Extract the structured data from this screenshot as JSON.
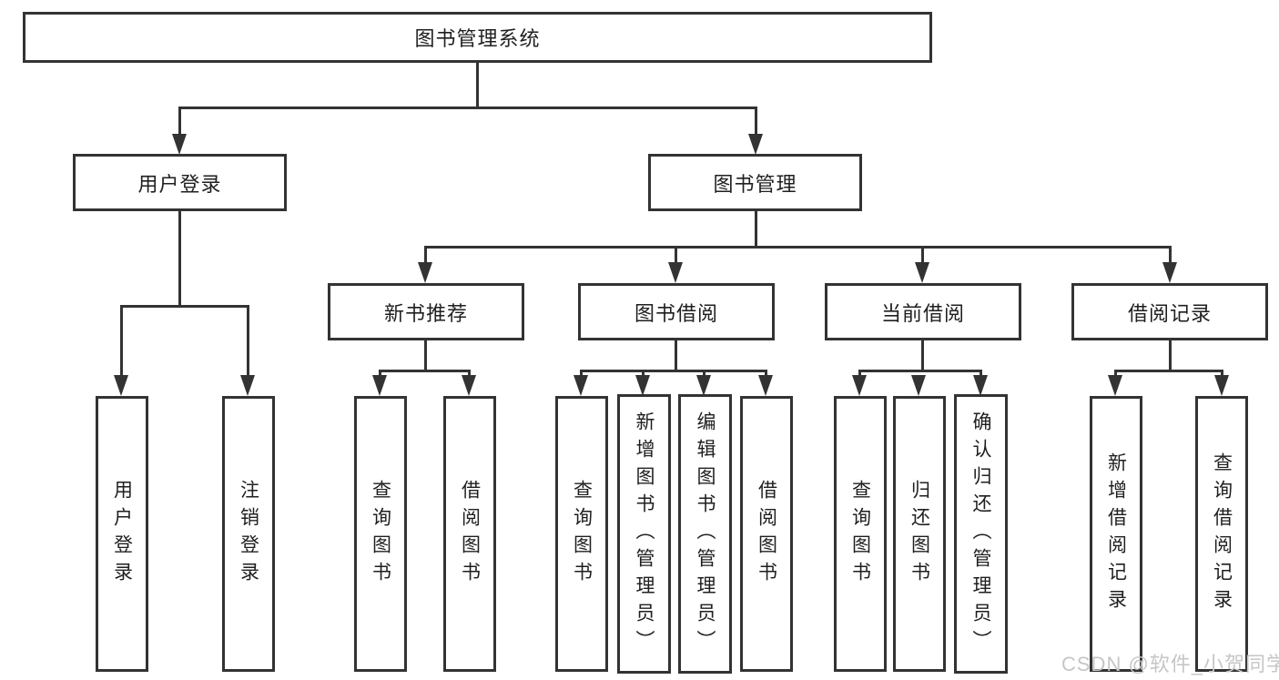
{
  "diagram": {
    "type": "tree-hierarchy",
    "title": "图书管理系统",
    "colors": {
      "line": "#333333",
      "text": "#1f1f1f",
      "box_background": "#ffffff",
      "watermark": "#c6c6c6"
    },
    "nodes": {
      "root": "图书管理系统",
      "user_login": "用户登录",
      "book_management": "图书管理",
      "new_book_recommend": "新书推荐",
      "book_borrowing": "图书借阅",
      "current_borrowing": "当前借阅",
      "borrowing_records": "借阅记录",
      "leaf_user_login": "用户登录",
      "leaf_logout": "注销登录",
      "leaf_query_books_recommend": "查询图书",
      "leaf_borrow_books_recommend": "借阅图书",
      "leaf_query_books_borrowing": "查询图书",
      "leaf_add_books_admin": "新增图书（管理员）",
      "leaf_edit_books_admin": "编辑图书（管理员）",
      "leaf_borrow_books": "借阅图书",
      "leaf_query_books_current": "查询图书",
      "leaf_return_books": "归还图书",
      "leaf_confirm_return_admin": "确认归还（管理员）",
      "leaf_add_borrow_record": "新增借阅记录",
      "leaf_query_borrow_record": "查询借阅记录"
    },
    "hierarchy": {
      "图书管理系统": {
        "用户登录": [
          "用户登录",
          "注销登录"
        ],
        "图书管理": {
          "新书推荐": [
            "查询图书",
            "借阅图书"
          ],
          "图书借阅": [
            "查询图书",
            "新增图书（管理员）",
            "编辑图书（管理员）",
            "借阅图书"
          ],
          "当前借阅": [
            "查询图书",
            "归还图书",
            "确认归还（管理员）"
          ],
          "借阅记录": [
            "新增借阅记录",
            "查询借阅记录"
          ]
        }
      }
    },
    "watermark": "CSDN @软件_小贺同学"
  }
}
